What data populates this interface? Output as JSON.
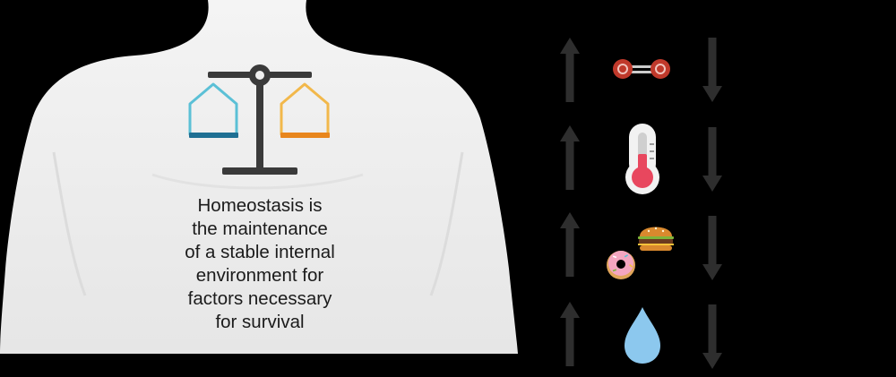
{
  "caption": {
    "lines": [
      "Homeostasis is",
      "the maintenance",
      "of a stable internal",
      "environment for",
      "factors necessary",
      "for survival"
    ]
  },
  "colors": {
    "background": "#000000",
    "torso": "#efefef",
    "balance_beam": "#3a3a3a",
    "pan_left_line": "#5bc0d6",
    "pan_left_base": "#1f6f93",
    "pan_right_line": "#f2b84b",
    "pan_right_base": "#e8861d",
    "arrow": "#2e2e2e",
    "oxygen": "#c0392b",
    "thermometer_fill": "#e8475e",
    "droplet": "#8cc8ee",
    "donut": "#f4a6c0",
    "burger": "#d9892e"
  },
  "factors": [
    {
      "name": "oxygen",
      "icon": "oxygen-molecule-icon"
    },
    {
      "name": "temperature",
      "icon": "thermometer-icon"
    },
    {
      "name": "food",
      "icon": "food-icon"
    },
    {
      "name": "water",
      "icon": "water-droplet-icon"
    }
  ]
}
